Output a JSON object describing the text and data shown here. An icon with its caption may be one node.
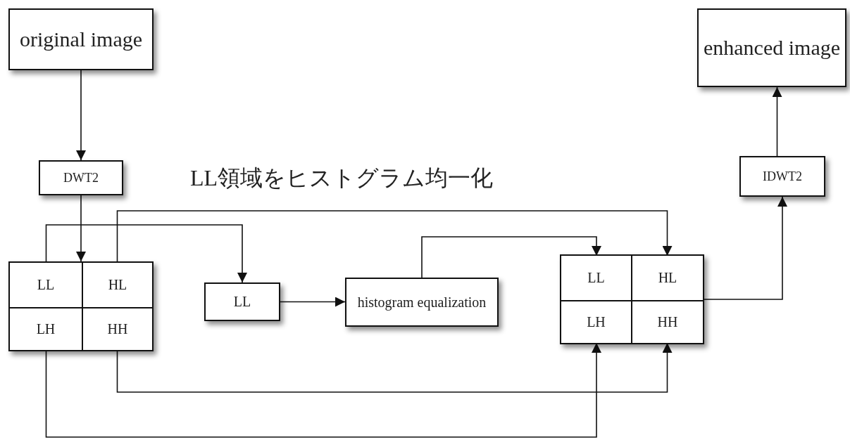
{
  "diagram": {
    "nodes": [
      {
        "text": [
          "original image"
        ]
      },
      {
        "text": [
          "DWT2"
        ]
      },
      {
        "text": [],
        "shape": "box"
      },
      {
        "text": [
          "LL"
        ],
        "in": 2
      },
      {
        "text": [
          "HL"
        ],
        "in": 2
      },
      {
        "text": [
          "LH"
        ],
        "in": 2
      },
      {
        "text": [
          "HH"
        ],
        "in": 2
      },
      {
        "text": [
          "LL"
        ]
      },
      {
        "text": [
          "histogram equalization"
        ]
      },
      {
        "text": [],
        "shape": "box"
      },
      {
        "text": [
          "LL"
        ],
        "in": 9
      },
      {
        "text": [
          "HL"
        ],
        "in": 9
      },
      {
        "text": [
          "LH"
        ],
        "in": 9
      },
      {
        "text": [
          "HH"
        ],
        "in": 9
      },
      {
        "text": [
          "IDWT2"
        ]
      },
      {
        "text": [
          "enhanced image"
        ]
      }
    ],
    "edges": [
      {
        "from": 0,
        "to": 1,
        "arrow": "to"
      },
      {
        "from": 1,
        "to": 2,
        "arrow": "to"
      },
      {
        "from": 3,
        "to": 7,
        "arrow": "to"
      },
      {
        "from": 4,
        "to": 11,
        "arrow": "to"
      },
      {
        "from": 7,
        "to": 8,
        "arrow": "to"
      },
      {
        "from": 8,
        "to": 10,
        "arrow": "to"
      },
      {
        "from": 6,
        "to": 13,
        "arrow": "to"
      },
      {
        "from": 5,
        "to": 12,
        "arrow": "to"
      },
      {
        "from": 9,
        "to": 14,
        "arrow": "to"
      },
      {
        "from": 14,
        "to": 15,
        "arrow": "to"
      }
    ],
    "labels": [
      "LL領域をヒストグラム均一化"
    ]
  }
}
